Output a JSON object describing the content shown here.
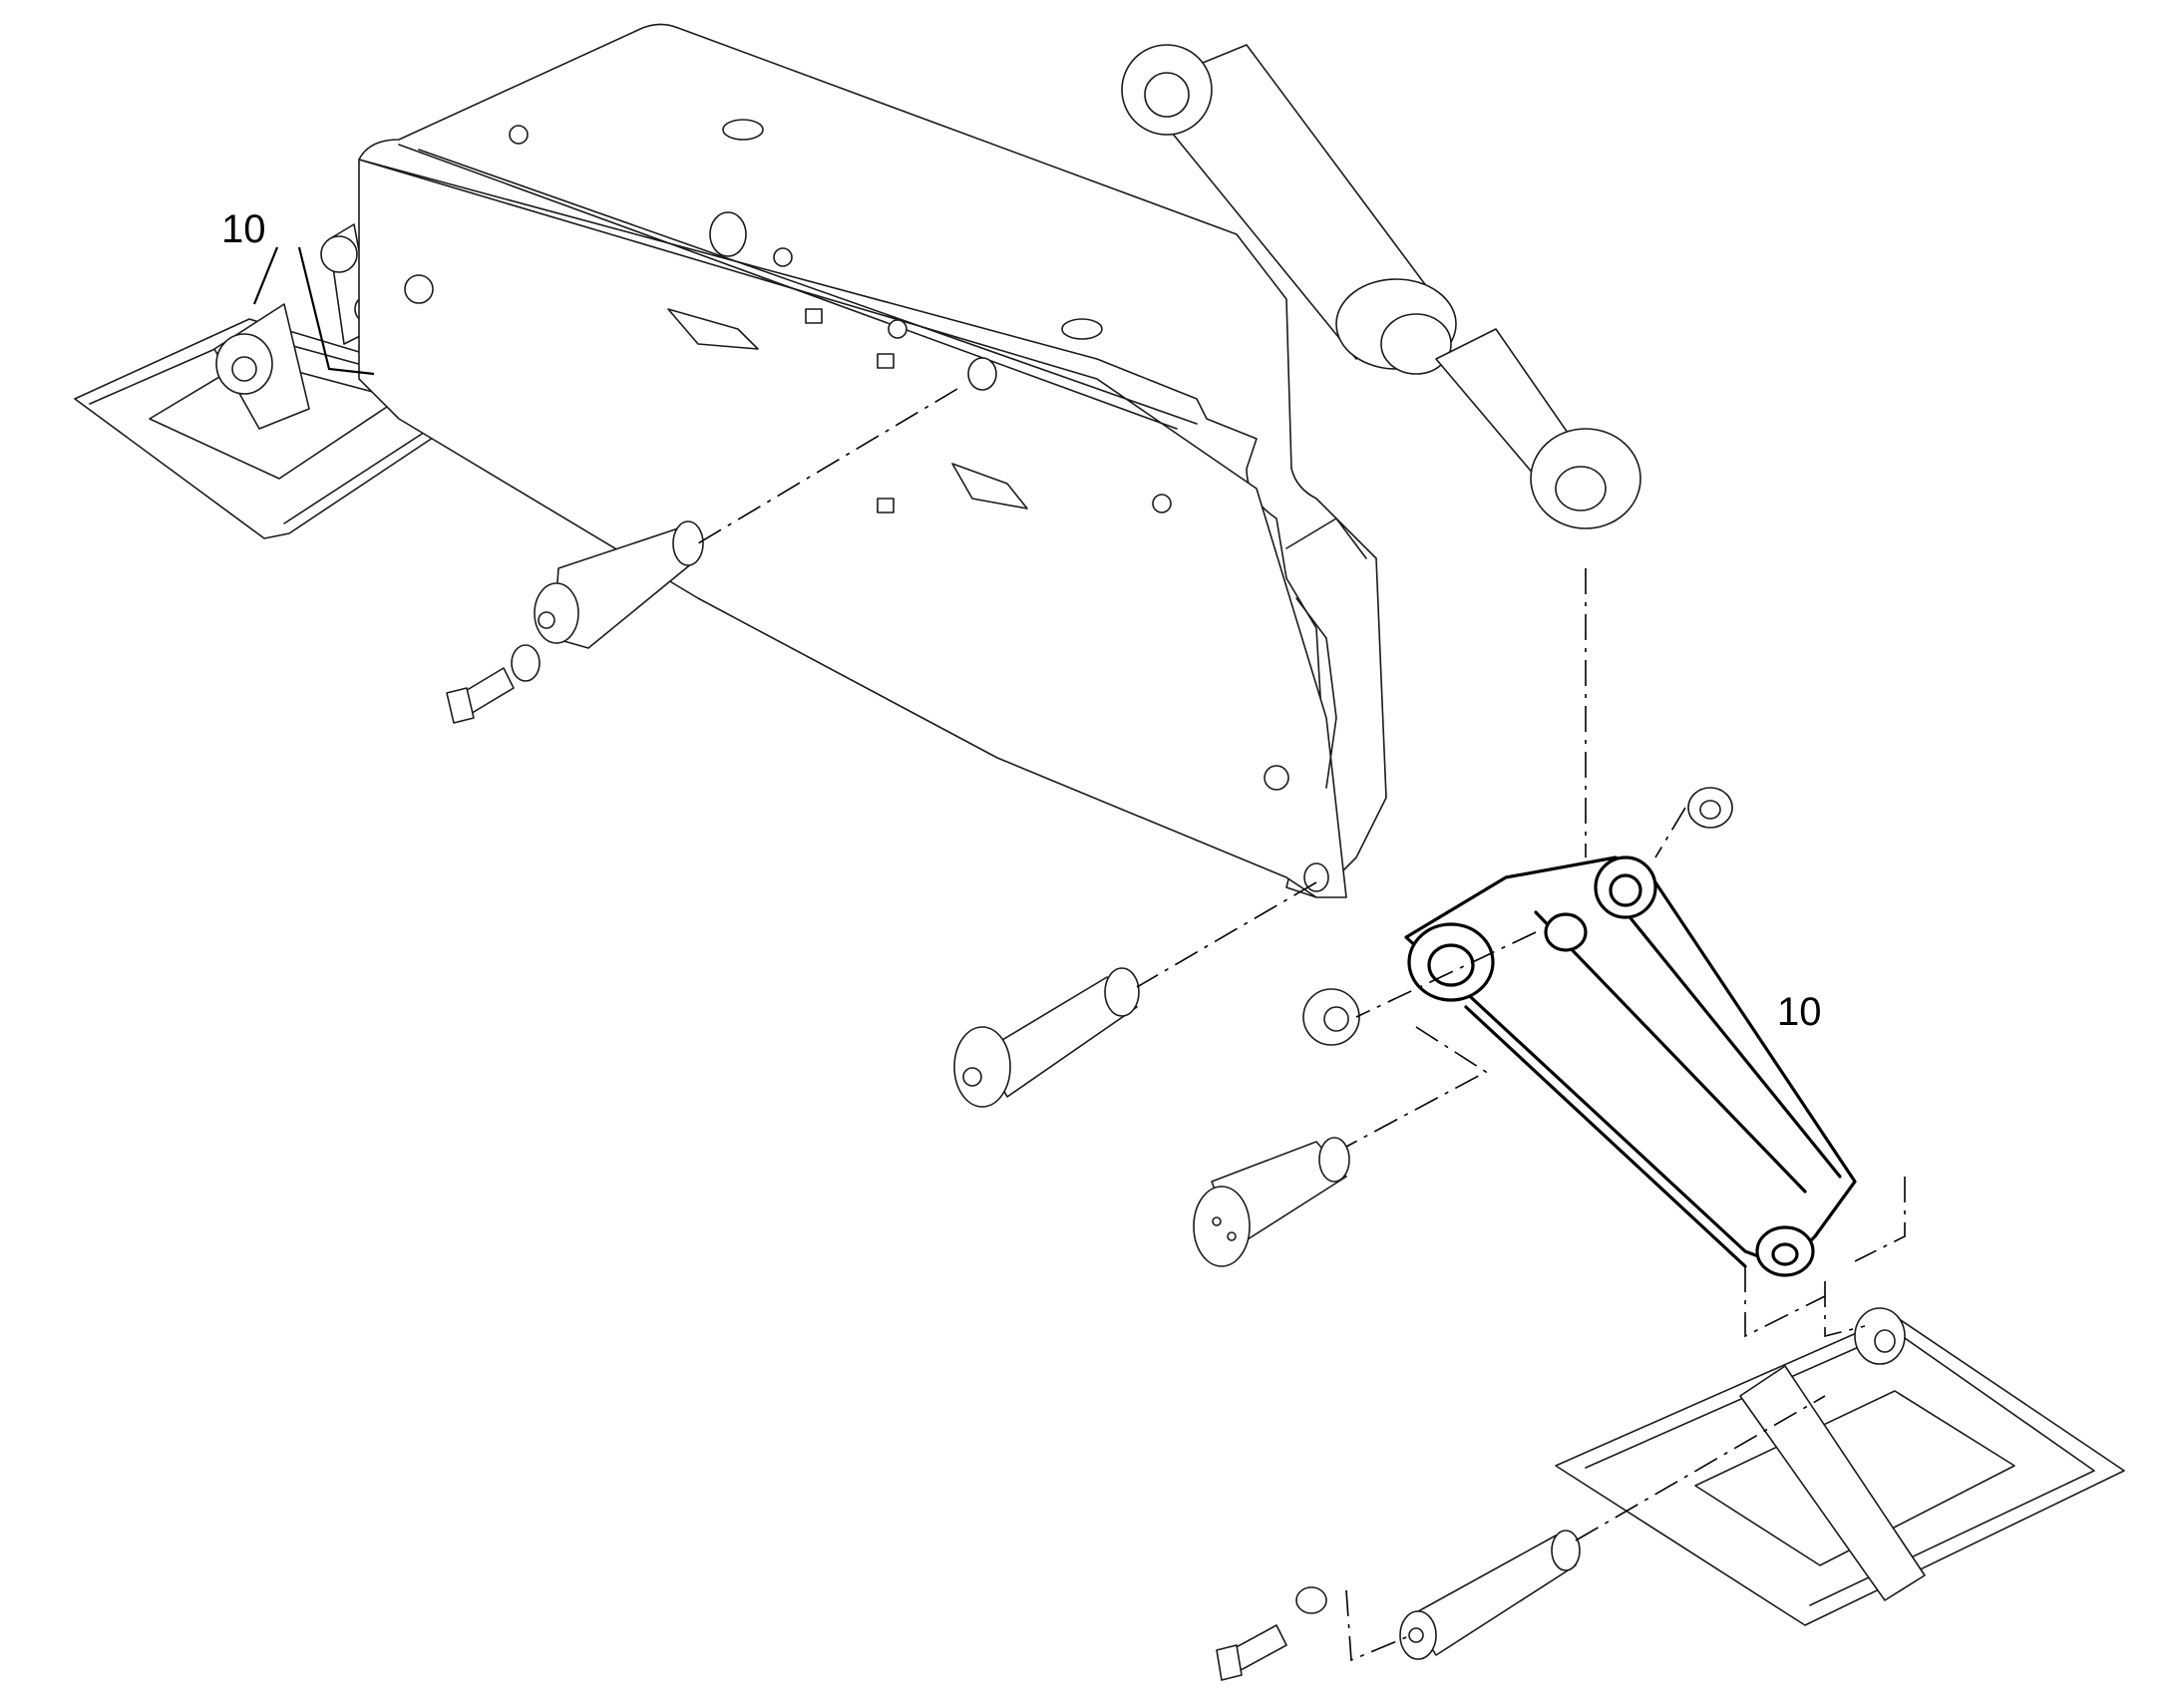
{
  "callouts": [
    {
      "id": "top-left",
      "label": "10"
    },
    {
      "id": "right",
      "label": "10"
    }
  ]
}
